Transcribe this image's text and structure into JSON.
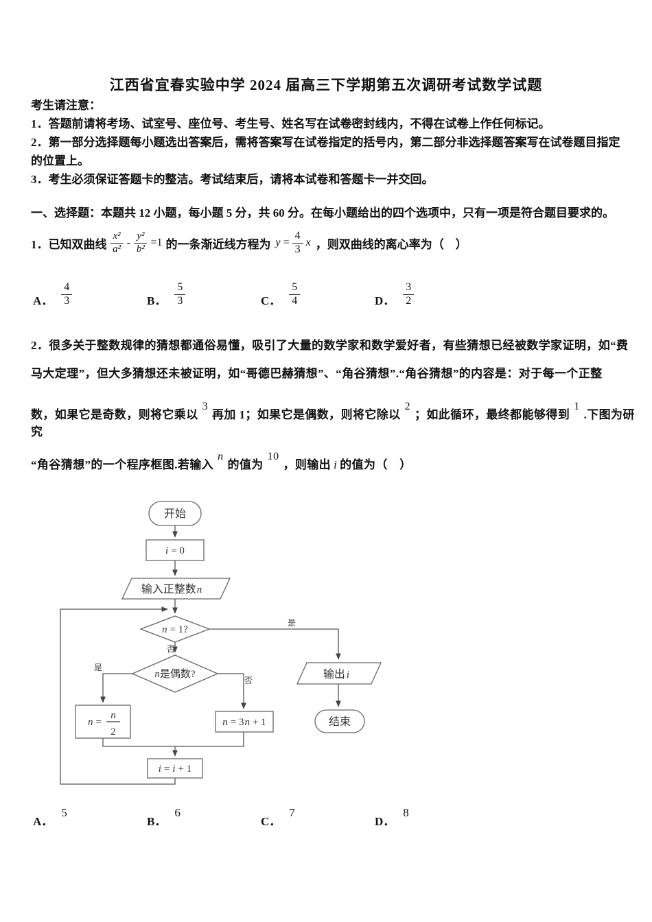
{
  "colors": {
    "background": "#ffffff",
    "text": "#111111",
    "flowchart_line": "#666666"
  },
  "page": {
    "title": "江西省宜春实验中学 2024 届高三下学期第五次调研考试数学试题",
    "notice_heading": "考生请注意：",
    "notice_lines": [
      "1．答题前请将考场、试室号、座位号、考生号、姓名写在试卷密封线内，不得在试卷上作任何标记。",
      "2．第一部分选择题每小题选出答案后，需将答案写在试卷指定的括号内，第二部分非选择题答案写在试卷题目指定",
      "的位置上。",
      "3．考生必须保证答题卡的整洁。考试结束后，请将本试卷和答题卡一并交回。"
    ],
    "section_heading": "一、选择题：本题共 12 小题，每小题 5 分，共 60 分。在每小题给出的四个选项中，只有一项是符合题目要求的。"
  },
  "q1": {
    "prefix": "1．已知双曲线",
    "frac1": {
      "num": "x²",
      "den": "a²"
    },
    "minus": "-",
    "frac2": {
      "num": "y²",
      "den": "b²"
    },
    "equals": "=1",
    "mid": "的一条渐近线方程为",
    "asym": {
      "y": "y",
      "eq": "=",
      "num": "4",
      "den": "3",
      "x": "x"
    },
    "suffix": "，则双曲线的离心率为（　）",
    "options": [
      {
        "label": "A．",
        "num": "4",
        "den": "3"
      },
      {
        "label": "B．",
        "num": "5",
        "den": "3"
      },
      {
        "label": "C．",
        "num": "5",
        "den": "4"
      },
      {
        "label": "D．",
        "num": "3",
        "den": "2"
      }
    ]
  },
  "q2": {
    "line1": "2．很多关于整数规律的猜想都通俗易懂，吸引了大量的数学家和数学爱好者，有些猜想已经被数学家证明，如“费",
    "line2": "马大定理”，但大多猜想还未被证明，如“哥德巴赫猜想”、“角谷猜想”.“角谷猜想”的内容是：对于每一个正整",
    "line3a": "数，如果它是奇数，则将它乘以",
    "line3sup1": "3",
    "line3b": "再加 1；如果它是偶数，则将它除以",
    "line3sup2": "2",
    "line3c": "；如此循环，最终都能够得到",
    "line3sup3": "1",
    "line3d": ".下图为研究",
    "line4a": "“角谷猜想”的一个程序框图.若输入",
    "line4supn": "n",
    "line4b": "的值为",
    "line4sup10": "10",
    "line4c": "，则输出",
    "line4i": "i",
    "line4d": "的值为（　）",
    "options": [
      {
        "label": "A．",
        "value": "5"
      },
      {
        "label": "B．",
        "value": "6"
      },
      {
        "label": "C．",
        "value": "7"
      },
      {
        "label": "D．",
        "value": "8"
      }
    ]
  },
  "fc": {
    "start": "开始",
    "end": "结束",
    "i": "i",
    "n": "n",
    "init_rest": "= 0",
    "input_label": "输入正整数",
    "d1_rest": "= 1?",
    "d2_rest": "是偶数?",
    "yes": "是",
    "no": "否",
    "half_eq": "=",
    "half_den": "2",
    "triple_eq": "= 3",
    "triple_plus": "+ 1",
    "inc_eq": "=",
    "inc_plus": "+ 1",
    "output_label": "输出"
  }
}
